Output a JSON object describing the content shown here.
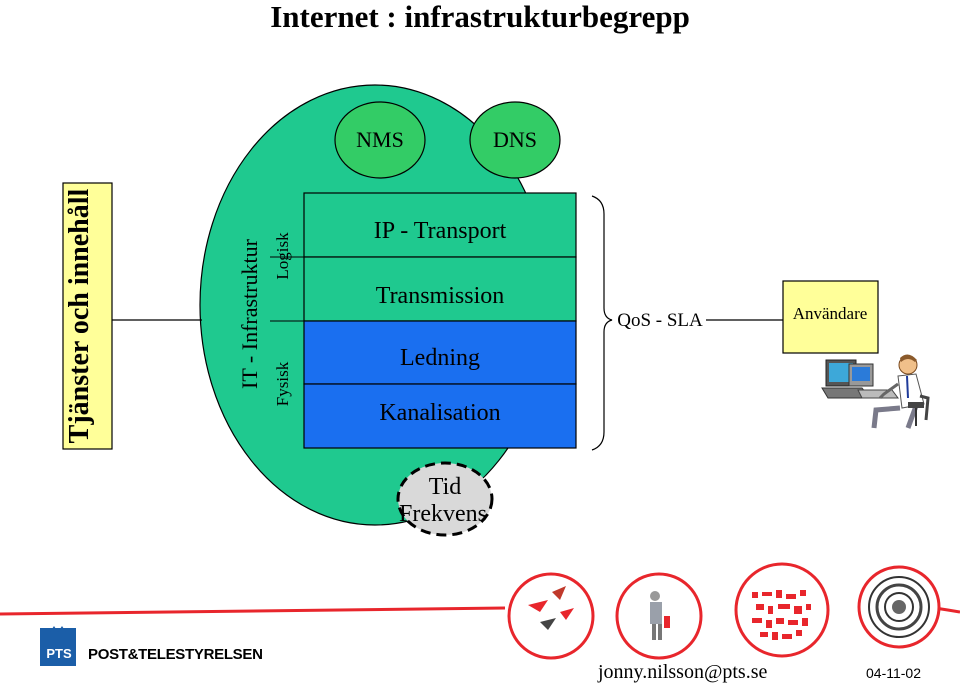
{
  "title": "Internet : infrastrukturbegrepp",
  "left_box": {
    "label": "Tjänster och innehåll"
  },
  "infrastructure": {
    "label": "IT - Infrastruktur",
    "logical": "Logisk",
    "physical": "Fysisk"
  },
  "services": {
    "nms": "NMS",
    "dns": "DNS"
  },
  "layers": [
    {
      "label": "IP - Transport"
    },
    {
      "label": "Transmission"
    },
    {
      "label": "Ledning"
    },
    {
      "label": "Kanalisation"
    }
  ],
  "resource": {
    "line1": "Tid",
    "line2": "Frekvens"
  },
  "qos": "QoS - SLA",
  "user": "Användare",
  "footer": {
    "brand": "POST&TELESTYRELSEN",
    "logo_text": "PTS",
    "email": "jonny.nilsson@pts.se",
    "date": "04-11-02"
  },
  "colors": {
    "ellipse": "#1fc98f",
    "service_circle": "#33cc66",
    "logical_layer": "#1fc98f",
    "physical_layer": "#1a6ff0",
    "resource_circle": "#d9d9d9",
    "left_box": "#ffff99",
    "user_box": "#ffff99",
    "footer_red": "#e8262c",
    "pts_blue": "#1b5ea8"
  },
  "icons": [
    "computer-user-icon",
    "pts-crown-logo-icon",
    "arrows-circle-icon",
    "people-circle-icon",
    "pattern-circle-icon",
    "rings-circle-icon"
  ]
}
